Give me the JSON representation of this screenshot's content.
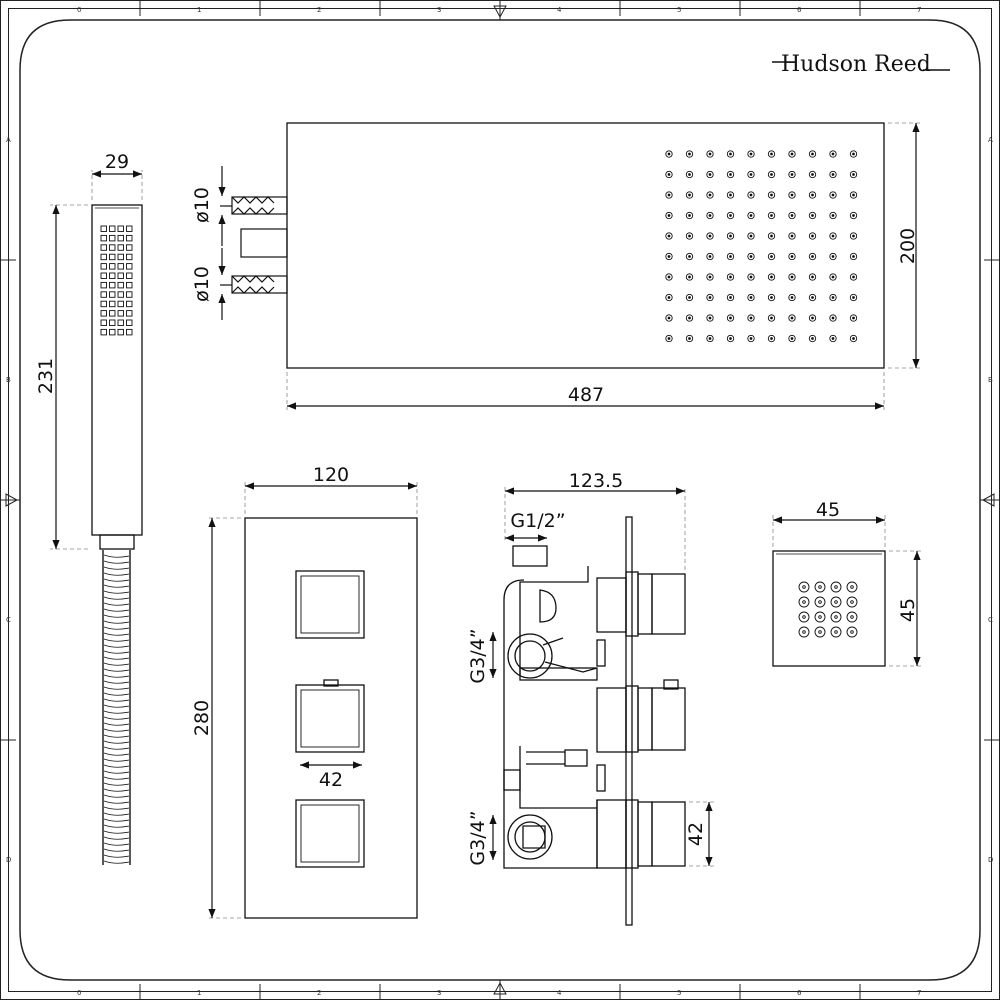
{
  "brand": {
    "name": "Hudson Reed"
  },
  "grid": {
    "columns": [
      "0",
      "1",
      "2",
      "3",
      "4",
      "5",
      "6",
      "7"
    ],
    "rows": [
      "A",
      "B",
      "C",
      "D"
    ]
  },
  "dimensions": {
    "handset_width": "29",
    "handset_length": "231",
    "inlet_top": "ø10",
    "inlet_bottom": "ø10",
    "head_height": "200",
    "head_width": "487",
    "valve_plate_width": "120",
    "valve_plate_height": "280",
    "valve_handle": "42",
    "valve_depth": "123.5",
    "thread_top": "G1/2”",
    "thread_mid": "G3/4”",
    "thread_bottom": "G3/4”",
    "side_handle": "42",
    "jet_width": "45",
    "jet_height": "45"
  }
}
